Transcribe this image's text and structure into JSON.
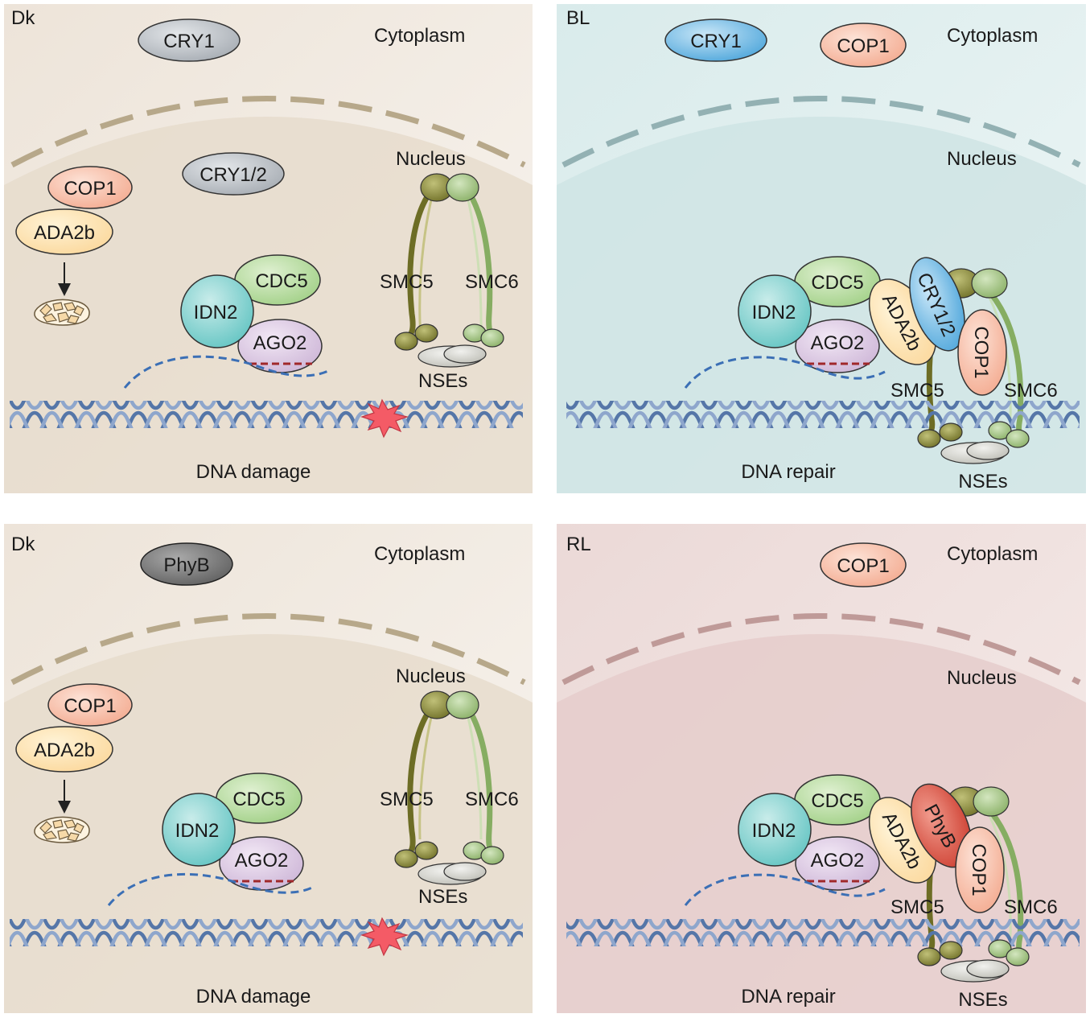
{
  "panels": {
    "tl": {
      "condition": "Dk",
      "cytoplasm": "Cytoplasm",
      "nucleus": "Nucleus",
      "photoreceptor_cyto": "CRY1",
      "photoreceptor_nuc": "CRY1/2",
      "cop1": "COP1",
      "ada2b": "ADA2b",
      "cdc5": "CDC5",
      "idn2": "IDN2",
      "ago2": "AGO2",
      "smc5": "SMC5",
      "smc6": "SMC6",
      "nses": "NSEs",
      "outcome": "DNA damage"
    },
    "tr": {
      "condition": "BL",
      "cytoplasm": "Cytoplasm",
      "nucleus": "Nucleus",
      "photoreceptor_cyto": "CRY1",
      "cop1_cyto": "COP1",
      "photoreceptor": "CRY1/2",
      "cop1": "COP1",
      "ada2b": "ADA2b",
      "cdc5": "CDC5",
      "idn2": "IDN2",
      "ago2": "AGO2",
      "smc5": "SMC5",
      "smc6": "SMC6",
      "nses": "NSEs",
      "outcome": "DNA repair"
    },
    "bl": {
      "condition": "Dk",
      "cytoplasm": "Cytoplasm",
      "nucleus": "Nucleus",
      "photoreceptor_cyto": "PhyB",
      "cop1": "COP1",
      "ada2b": "ADA2b",
      "cdc5": "CDC5",
      "idn2": "IDN2",
      "ago2": "AGO2",
      "smc5": "SMC5",
      "smc6": "SMC6",
      "nses": "NSEs",
      "outcome": "DNA damage"
    },
    "br": {
      "condition": "RL",
      "cytoplasm": "Cytoplasm",
      "nucleus": "Nucleus",
      "cop1_cyto": "COP1",
      "photoreceptor": "PhyB",
      "cop1": "COP1",
      "ada2b": "ADA2b",
      "cdc5": "CDC5",
      "idn2": "IDN2",
      "ago2": "AGO2",
      "smc5": "SMC5",
      "smc6": "SMC6",
      "nses": "NSEs",
      "outcome": "DNA repair"
    }
  },
  "colors": {
    "dark_bg_outer": "#f4ede5",
    "dark_bg_nucleus": "#e9e0d3",
    "dark_membrane": "#b7a88a",
    "blue_bg_outer": "#e6f1f1",
    "blue_bg_nucleus": "#cfe5e5",
    "blue_membrane": "#93b1b3",
    "red_bg_outer": "#f2e5e4",
    "red_bg_nucleus": "#e6cfce",
    "red_membrane": "#bf9a98",
    "cop1": "#f3a98e",
    "ada2b": "#fbd79a",
    "cdc5": "#9fcf84",
    "idn2": "#5fc3c1",
    "ago2": "#ccb4d6",
    "cry_blue": "#57aee0",
    "phyb_red": "#d94c3c",
    "gray_protein": "#aab0b6",
    "smc5": "#7c7c2e",
    "smc6": "#8fb36e",
    "dna": "#5576a8",
    "rna": "#3b6fb5",
    "damage": "#e84a55"
  }
}
